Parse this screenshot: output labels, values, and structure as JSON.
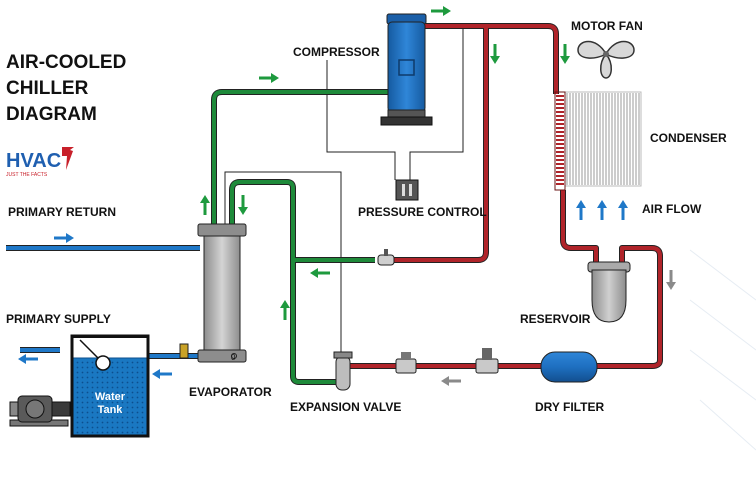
{
  "title": {
    "line1": "AIR-COOLED",
    "line2": "CHILLER",
    "line3": "DIAGRAM"
  },
  "logo": {
    "brand": "HVAC",
    "tagline": "JUST THE FACTS"
  },
  "labels": {
    "compressor": "COMPRESSOR",
    "motor_fan": "MOTOR FAN",
    "condenser": "CONDENSER",
    "air_flow": "AIR FLOW",
    "pressure_control": "PRESSURE CONTROL",
    "primary_return": "PRIMARY RETURN",
    "primary_supply": "PRIMARY SUPPLY",
    "reservoir": "RESERVOIR",
    "evaporator": "EVAPORATOR",
    "expansion_valve": "EXPANSION VALVE",
    "dry_filter": "DRY FILTER",
    "water_tank_line1": "Water",
    "water_tank_line2": "Tank"
  },
  "colors": {
    "hot_line": "#b0242a",
    "cold_line": "#1e8a3a",
    "water_line": "#1f78c8",
    "arrow_green": "#1e9a3e",
    "arrow_blue": "#1f78c8",
    "arrow_grey": "#8a8a8a",
    "compressor_body": "#1e6fc0",
    "tank_water": "#1a78c2"
  }
}
